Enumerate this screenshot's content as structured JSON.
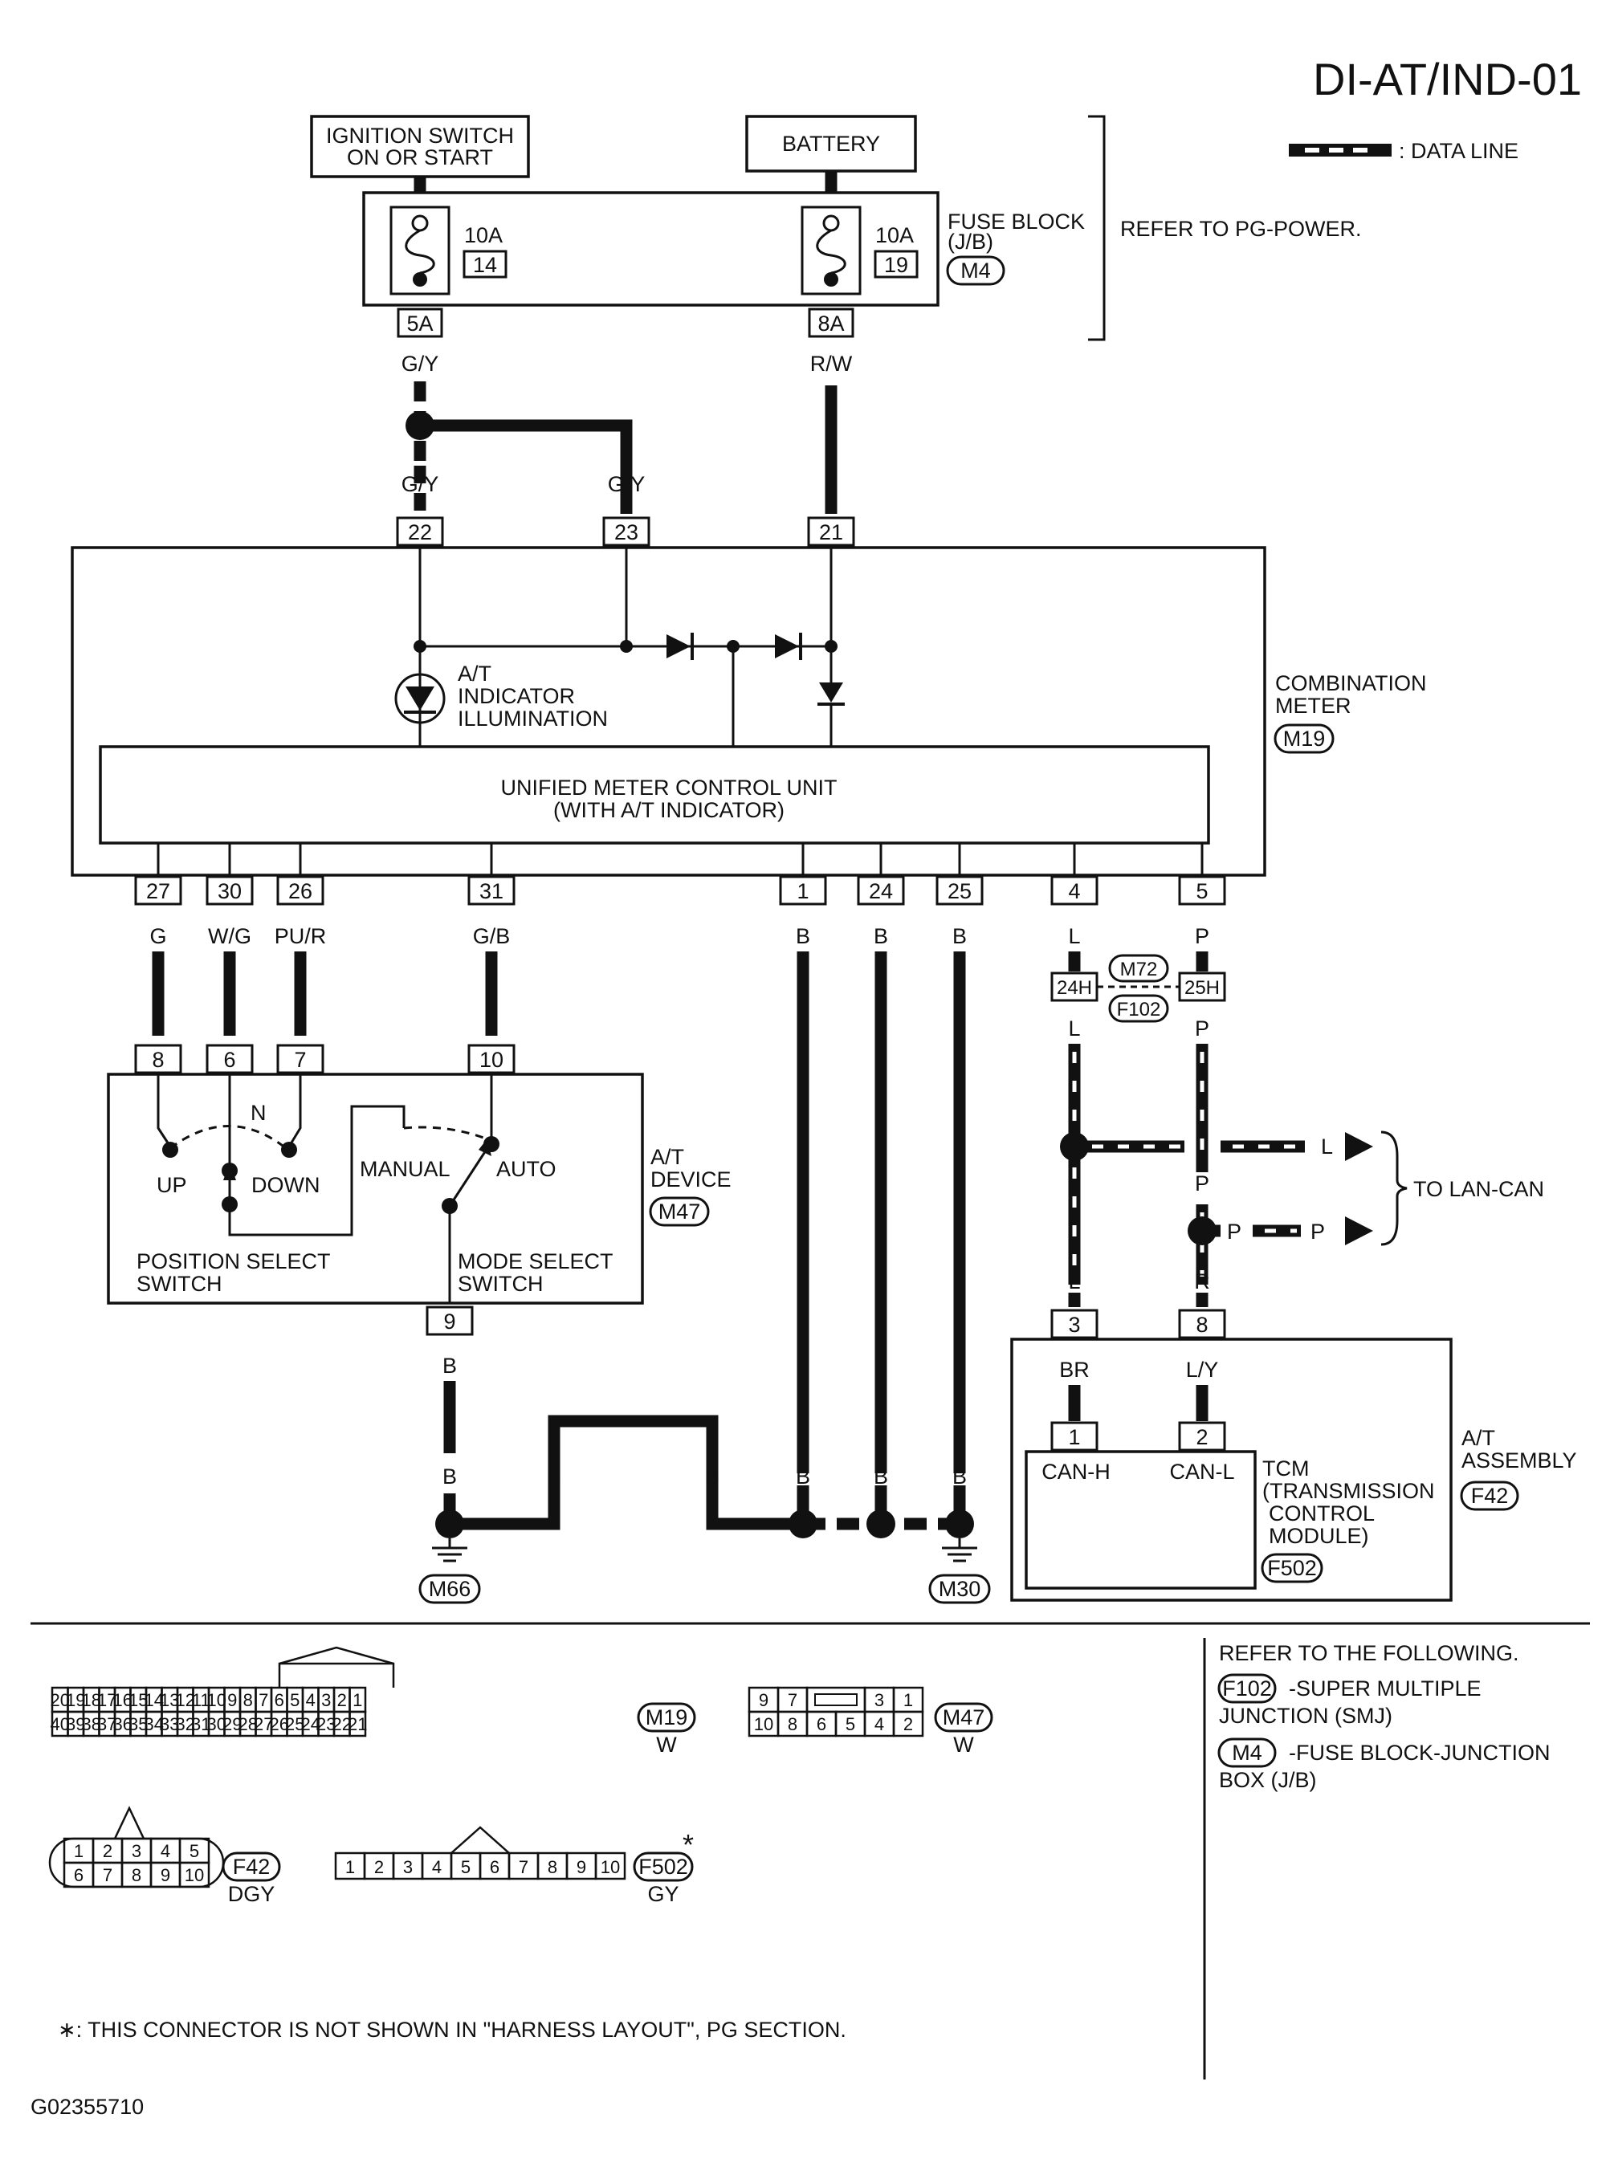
{
  "page": {
    "title": "DI-AT/IND-01",
    "figure_id": "G02355710"
  },
  "legend": {
    "data_line": ": DATA LINE"
  },
  "power": {
    "ignition": "IGNITION SWITCH ON OR START",
    "battery": "BATTERY",
    "fuse_block": "FUSE BLOCK (J/B)",
    "fuse_block_conn": "M4",
    "refer": "REFER TO PG-POWER.",
    "fuse1": {
      "amp": "10A",
      "num": "14",
      "term": "5A",
      "wire": "G/Y"
    },
    "fuse2": {
      "amp": "10A",
      "num": "19",
      "term": "8A",
      "wire": "R/W"
    }
  },
  "combination_meter": {
    "name": "COMBINATION METER",
    "conn": "M19",
    "control_unit": "UNIFIED METER CONTROL UNIT (WITH A/T INDICATOR)",
    "illumination": "A/T INDICATOR ILLUMINATION",
    "top_pins": [
      {
        "pin": "22",
        "wire": "G/Y"
      },
      {
        "pin": "23",
        "wire": "G/Y"
      },
      {
        "pin": "21",
        "wire": ""
      }
    ],
    "bottom_pins": [
      {
        "pin": "27",
        "wire": "G"
      },
      {
        "pin": "30",
        "wire": "W/G"
      },
      {
        "pin": "26",
        "wire": "PU/R"
      },
      {
        "pin": "31",
        "wire": "G/B"
      },
      {
        "pin": "1",
        "wire": "B"
      },
      {
        "pin": "24",
        "wire": "B"
      },
      {
        "pin": "25",
        "wire": "B"
      },
      {
        "pin": "4",
        "wire": "L"
      },
      {
        "pin": "5",
        "wire": "P"
      }
    ]
  },
  "at_device": {
    "name": "A/T DEVICE",
    "conn": "M47",
    "pins": [
      "8",
      "6",
      "7",
      "10"
    ],
    "ground_pin": "9",
    "ground_wire": "B",
    "labels": {
      "n": "N",
      "up": "UP",
      "down": "DOWN",
      "manual": "MANUAL",
      "auto": "AUTO",
      "position_switch": "POSITION SELECT SWITCH",
      "mode_switch": "MODE SELECT SWITCH"
    }
  },
  "smj": {
    "conn_top": "M72",
    "conn_bottom": "F102",
    "pin_l": "24H",
    "pin_p": "25H",
    "wire_l": "L",
    "wire_p": "P"
  },
  "lan": {
    "label": "TO LAN-CAN",
    "wire_l": "L",
    "wire_p": "P",
    "wire_r": "R"
  },
  "at_assembly": {
    "name": "A/T ASSEMBLY",
    "conn": "F42",
    "pins": [
      {
        "pin": "3",
        "wire": "BR"
      },
      {
        "pin": "8",
        "wire": "L/Y"
      }
    ],
    "tcm": {
      "name": "TCM (TRANSMISSION CONTROL MODULE)",
      "conn": "F502",
      "pins": [
        {
          "pin": "1",
          "label": "CAN-H"
        },
        {
          "pin": "2",
          "label": "CAN-L"
        }
      ]
    }
  },
  "grounds": {
    "left": "M66",
    "right": "M30",
    "wire": "B"
  },
  "connectors": {
    "m19": {
      "id": "M19",
      "color": "W",
      "row1": [
        "20",
        "19",
        "18",
        "17",
        "16",
        "15",
        "14",
        "13",
        "12",
        "11",
        "10",
        "9",
        "8",
        "7",
        "6",
        "5",
        "4",
        "3",
        "2",
        "1"
      ],
      "row2": [
        "40",
        "39",
        "38",
        "37",
        "36",
        "35",
        "34",
        "33",
        "32",
        "31",
        "30",
        "29",
        "28",
        "27",
        "26",
        "25",
        "24",
        "23",
        "22",
        "21"
      ]
    },
    "m47": {
      "id": "M47",
      "color": "W",
      "row1": [
        "9",
        "7",
        "3",
        "1"
      ],
      "row2": [
        "10",
        "8",
        "6",
        "5",
        "4",
        "2"
      ]
    },
    "f42": {
      "id": "F42",
      "color": "DGY",
      "row1": [
        "1",
        "2",
        "3",
        "4",
        "5"
      ],
      "row2": [
        "6",
        "7",
        "8",
        "9",
        "10"
      ]
    },
    "f502": {
      "id": "F502",
      "color": "GY",
      "star": "*",
      "row": [
        "1",
        "2",
        "3",
        "4",
        "5",
        "6",
        "7",
        "8",
        "9",
        "10"
      ]
    }
  },
  "refer_following": {
    "title": "REFER TO THE FOLLOWING.",
    "items": [
      {
        "conn": "F102",
        "text": "-SUPER MULTIPLE",
        "text2": "JUNCTION (SMJ)"
      },
      {
        "conn": "M4",
        "text": "-FUSE BLOCK-JUNCTION",
        "text2": "BOX (J/B)"
      }
    ]
  },
  "footnote": "∗: THIS CONNECTOR IS NOT SHOWN IN \"HARNESS LAYOUT\", PG SECTION."
}
